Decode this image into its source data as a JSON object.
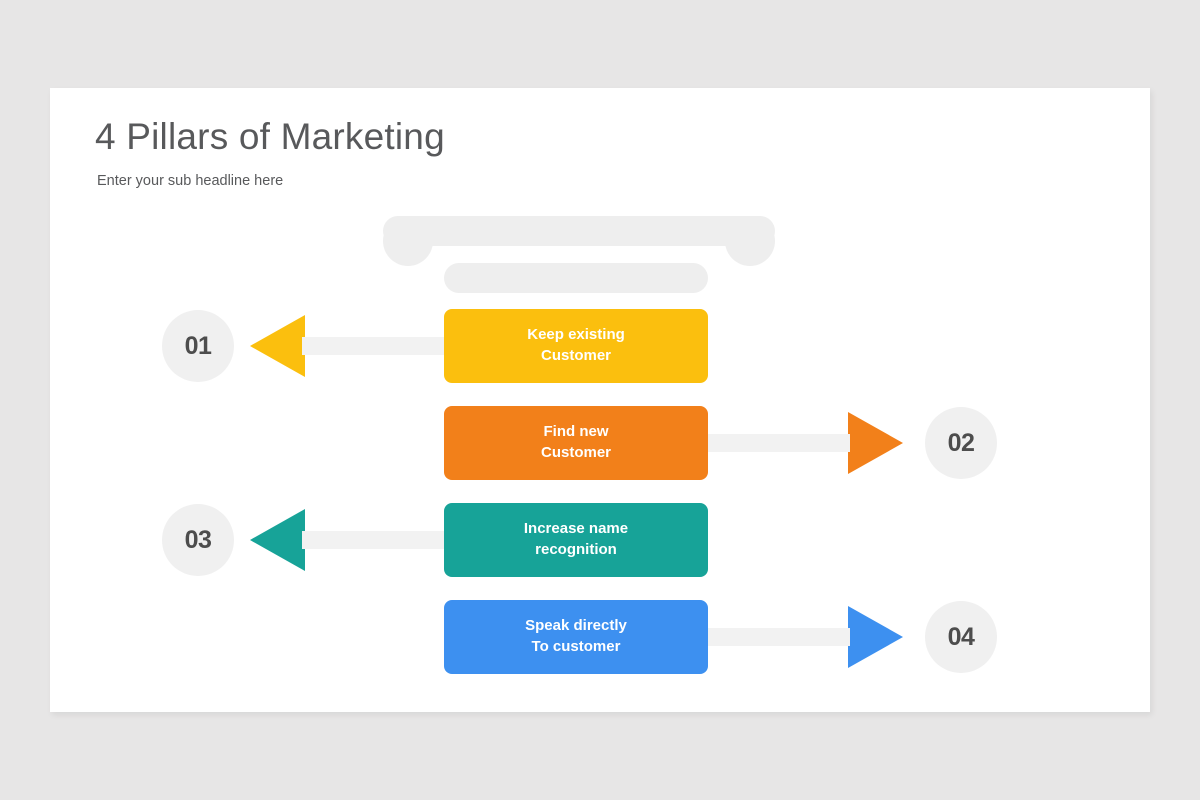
{
  "slide": {
    "title": "4 Pillars of Marketing",
    "subtitle": "Enter your sub headline here",
    "background_color": "#e7e6e6",
    "panel_color": "#ffffff"
  },
  "decoration": {
    "bar_color": "#eeeeee",
    "shapes": [
      "top-wide-bar",
      "left-end-cap",
      "right-end-cap",
      "lower-small-bar"
    ]
  },
  "rows": [
    {
      "number": "01",
      "line1": "Keep existing",
      "line2": "Customer",
      "color": "#fbbf0e",
      "direction": "left"
    },
    {
      "number": "02",
      "line1": "Find new",
      "line2": "Customer",
      "color": "#f2801a",
      "direction": "right"
    },
    {
      "number": "03",
      "line1": "Increase name",
      "line2": "recognition",
      "color": "#17a398",
      "direction": "left"
    },
    {
      "number": "04",
      "line1": "Speak directly",
      "line2": "To customer",
      "color": "#3d90f0",
      "direction": "right"
    }
  ],
  "palette": {
    "connector": "#f2f2f2",
    "circle_bg": "#f0f0f0",
    "number_text": "#4d4d4d",
    "title_text": "#58595b",
    "card_text": "#ffffff"
  }
}
